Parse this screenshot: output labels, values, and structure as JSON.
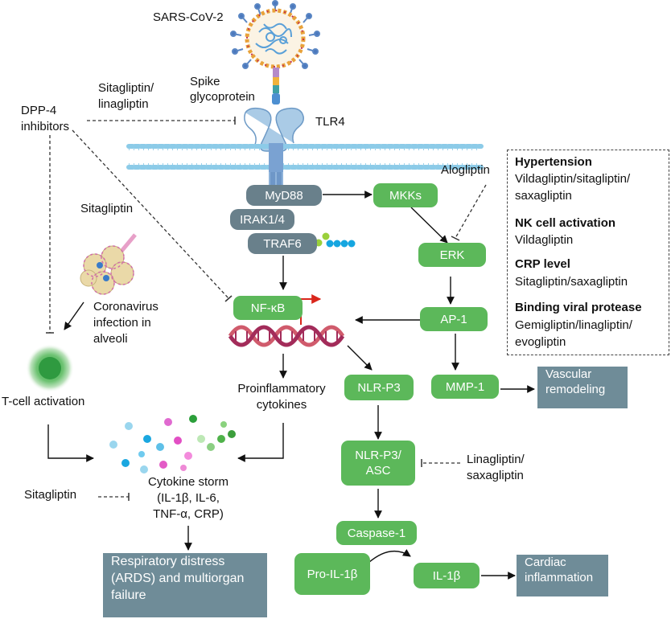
{
  "virus": "SARS-CoV-2",
  "spike": [
    "Spike",
    "glycoprotein"
  ],
  "receptor": "TLR4",
  "dpp4": [
    "DPP-4",
    "inhibitors"
  ],
  "inhibitors": {
    "sita_lina": [
      "Sitagliptin/",
      "linagliptin"
    ],
    "sitagliptin_nfkb": "Sitagliptin",
    "alogliptin": "Alogliptin",
    "sitagliptin_storm": "Sitagliptin",
    "lina_saxa": [
      "Linagliptin/",
      "saxagliptin"
    ]
  },
  "adaptors": {
    "myd88": "MyD88",
    "irak": "IRAK1/4",
    "traf6": "TRAF6"
  },
  "pathway": {
    "mkks": "MKKs",
    "erk": "ERK",
    "ap1": "AP-1",
    "mmp1": "MMP-1",
    "nfkb": "NF-κB",
    "nlrp3": "NLR-P3",
    "nlrp3_asc": [
      "NLR-P3/",
      "ASC"
    ],
    "caspase1": "Caspase-1",
    "pro_il1b": "Pro-IL-1β",
    "il1b": "IL-1β"
  },
  "outcomes": {
    "vascular": [
      "Vascular",
      "remodeling"
    ],
    "cardiac": [
      "Cardiac",
      "inflammation"
    ],
    "respiratory": [
      "Respiratory distress",
      "(ARDS) and multiorgan",
      "failure"
    ]
  },
  "labels": {
    "infection": [
      "Coronavirus",
      "infection in",
      "alveoli"
    ],
    "tcell": "T-cell activation",
    "cytokines": [
      "Proinflammatory",
      "cytokines"
    ],
    "storm": [
      "Cytokine storm",
      "(IL-1β, IL-6,",
      "TNF-α, CRP)"
    ]
  },
  "sidebox": [
    {
      "title": "Hypertension",
      "lines": [
        "Vildagliptin/sitagliptin/",
        "saxagliptin"
      ]
    },
    {
      "title": "NK cell activation",
      "lines": [
        "Vildagliptin"
      ]
    },
    {
      "title": "CRP level",
      "lines": [
        "Sitagliptin/saxagliptin"
      ]
    },
    {
      "title": "Binding viral protease",
      "lines": [
        "Gemigliptin/linagliptin/",
        "evogliptin"
      ]
    }
  ]
}
